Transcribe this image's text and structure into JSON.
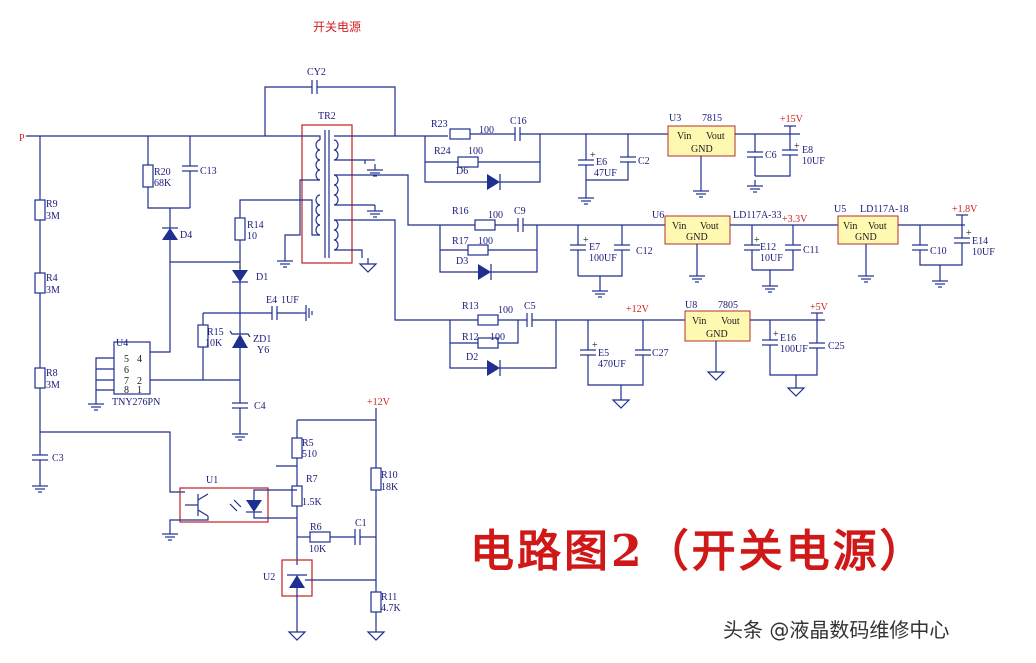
{
  "title": "开关电源",
  "banner": "电路图2（开关电源）",
  "watermark": "头条 @液晶数码维修中心",
  "colors": {
    "wire": "#1f2f8f",
    "label": "#d02020",
    "regulator_fill": "#fff8b0"
  },
  "labels": {
    "P": "P",
    "CY2": "CY2",
    "TR2": "TR2",
    "R23": "R23",
    "R23v": "100",
    "R24": "R24",
    "R24v": "100",
    "C16": "C16",
    "D6": "D6",
    "E6": "E6",
    "E6v": "47UF",
    "C2": "C2",
    "U3": "U3",
    "U3t": "7815",
    "p15": "+15V",
    "C6": "C6",
    "E8": "E8",
    "E8v": "10UF",
    "R16": "R16",
    "R16v": "100",
    "R17": "R17",
    "R17v": "100",
    "C9": "C9",
    "D3": "D3",
    "E7": "E7",
    "E7v": "100UF",
    "C12": "C12",
    "U6": "U6",
    "U6t": "LD117A-33",
    "p33": "+3.3V",
    "E12": "E12",
    "E12v": "10UF",
    "C11": "C11",
    "U5": "U5",
    "U5t": "LD117A-18",
    "p18": "+1.8V",
    "C10": "C10",
    "E14": "E14",
    "E14v": "10UF",
    "R13": "R13",
    "R13v": "100",
    "R12": "R12",
    "R12v": "100",
    "C5": "C5",
    "D2": "D2",
    "p12a": "+12V",
    "E5": "E5",
    "E5v": "470UF",
    "C27": "C27",
    "U8": "U8",
    "U8t": "7805",
    "p5": "+5V",
    "E16": "E16",
    "E16v": "100UF",
    "C25": "C25",
    "R9": "R9",
    "R9v": "3M",
    "R4": "R4",
    "R4v": "3M",
    "R8": "R8",
    "R8v": "3M",
    "C3": "C3",
    "R20": "R20",
    "R20v": "68K",
    "C13": "C13",
    "D4": "D4",
    "R14": "R14",
    "R14v": "10",
    "D1": "D1",
    "E4": "E4",
    "E4v": "1UF",
    "R15": "R15",
    "R15v": "10K",
    "ZD1": "ZD1",
    "ZD1v": "Y6",
    "C4": "C4",
    "U4": "U4",
    "U4v": "TNY276PN",
    "pin5": "5",
    "pin4": "4",
    "pin6": "6",
    "pin7": "7",
    "pin2": "2",
    "pin8": "8",
    "pin1": "1",
    "p12b": "+12V",
    "R5": "R5",
    "R5v": "510",
    "R7": "R7",
    "R7v": "1.5K",
    "R10": "R10",
    "R10v": "18K",
    "U1": "U1",
    "R6": "R6",
    "R6v": "10K",
    "C1": "C1",
    "U2": "U2",
    "R11": "R11",
    "R11v": "4.7K",
    "vin": "Vin",
    "vout": "Vout",
    "gnd": "GND"
  }
}
